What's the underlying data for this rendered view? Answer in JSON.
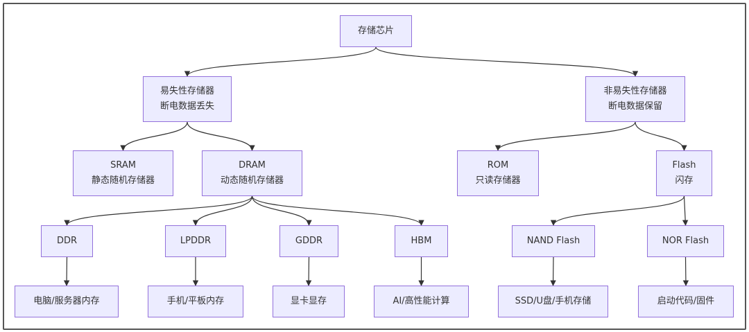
{
  "colors": {
    "node_fill": "#ECECFF",
    "node_border": "#9370DB",
    "edge": "#333333",
    "frame": "#555555"
  },
  "nodes": {
    "root": {
      "line1": "存储芯片"
    },
    "volatile": {
      "line1": "易失性存储器",
      "line2": "断电数据丢失"
    },
    "nonvolatile": {
      "line1": "非易失性存储器",
      "line2": "断电数据保留"
    },
    "sram": {
      "line1": "SRAM",
      "line2": "静态随机存储器"
    },
    "dram": {
      "line1": "DRAM",
      "line2": "动态随机存储器"
    },
    "rom": {
      "line1": "ROM",
      "line2": "只读存储器"
    },
    "flash": {
      "line1": "Flash",
      "line2": "闪存"
    },
    "ddr": {
      "line1": "DDR"
    },
    "lpddr": {
      "line1": "LPDDR"
    },
    "gddr": {
      "line1": "GDDR"
    },
    "hbm": {
      "line1": "HBM"
    },
    "nand": {
      "line1": "NAND Flash"
    },
    "nor": {
      "line1": "NOR Flash"
    },
    "ddr_use": {
      "line1": "电脑/服务器内存"
    },
    "lpddr_use": {
      "line1": "手机/平板内存"
    },
    "gddr_use": {
      "line1": "显卡显存"
    },
    "hbm_use": {
      "line1": "AI/高性能计算"
    },
    "nand_use": {
      "line1": "SSD/U盘/手机存储"
    },
    "nor_use": {
      "line1": "启动代码/固件"
    }
  },
  "edges": [
    [
      "root",
      "volatile"
    ],
    [
      "root",
      "nonvolatile"
    ],
    [
      "volatile",
      "sram"
    ],
    [
      "volatile",
      "dram"
    ],
    [
      "nonvolatile",
      "rom"
    ],
    [
      "nonvolatile",
      "flash"
    ],
    [
      "dram",
      "ddr"
    ],
    [
      "dram",
      "lpddr"
    ],
    [
      "dram",
      "gddr"
    ],
    [
      "dram",
      "hbm"
    ],
    [
      "flash",
      "nand"
    ],
    [
      "flash",
      "nor"
    ],
    [
      "ddr",
      "ddr_use"
    ],
    [
      "lpddr",
      "lpddr_use"
    ],
    [
      "gddr",
      "gddr_use"
    ],
    [
      "hbm",
      "hbm_use"
    ],
    [
      "nand",
      "nand_use"
    ],
    [
      "nor",
      "nor_use"
    ]
  ]
}
